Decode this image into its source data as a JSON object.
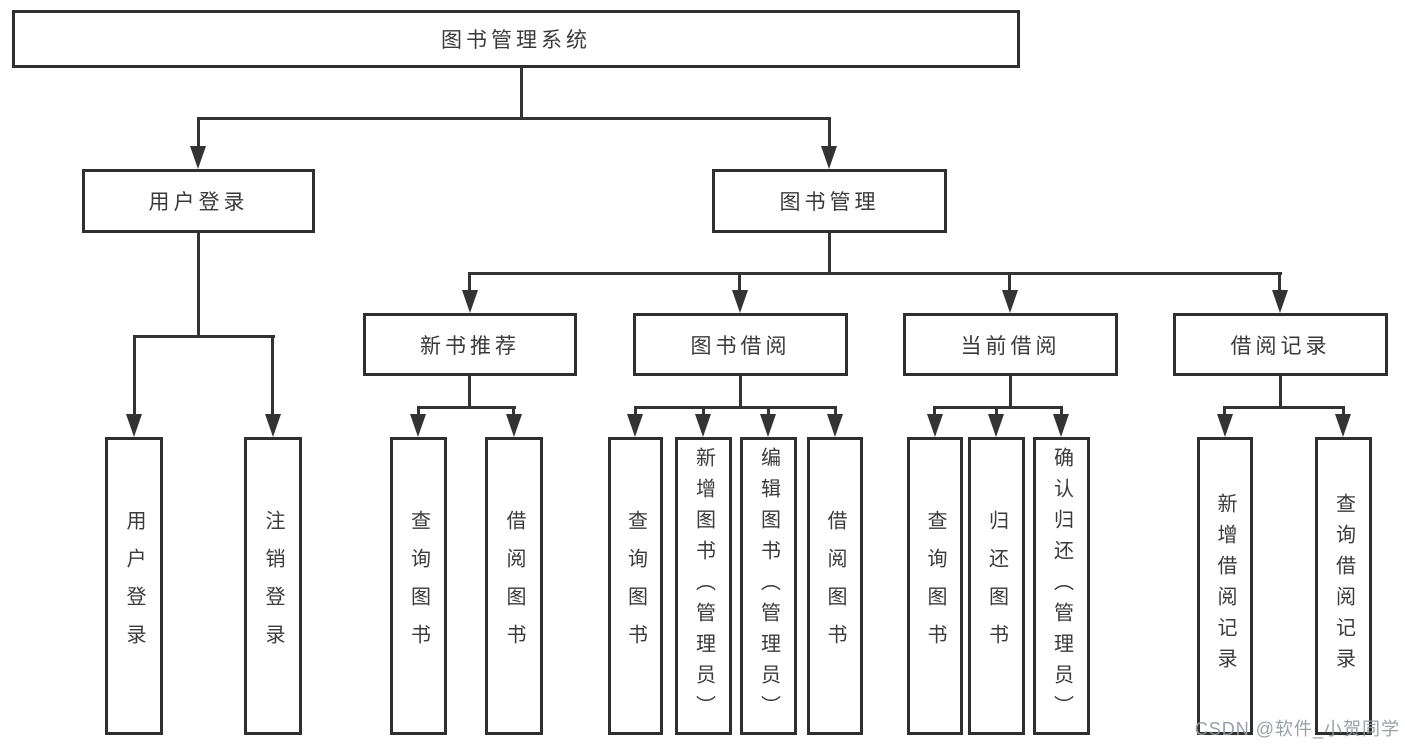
{
  "diagram": {
    "root_label": "图书管理系统",
    "user_login": {
      "label": "用户登录",
      "children": [
        "用户登录",
        "注销登录"
      ]
    },
    "book_mgmt": {
      "label": "图书管理",
      "sections": [
        {
          "label": "新书推荐",
          "children": [
            "查询图书",
            "借阅图书"
          ]
        },
        {
          "label": "图书借阅",
          "children": [
            "查询图书",
            "新增图书（管理员）",
            "编辑图书（管理员）",
            "借阅图书"
          ]
        },
        {
          "label": "当前借阅",
          "children": [
            "查询图书",
            "归还图书",
            "确认归还（管理员）"
          ]
        },
        {
          "label": "借阅记录",
          "children": [
            "新增借阅记录",
            "查询借阅记录"
          ]
        }
      ]
    }
  },
  "watermark": "CSDN @软件_小贺同学",
  "colors": {
    "line": "#333333",
    "box_border": "#2f2f2f",
    "text": "#3a3a3a",
    "background": "#ffffff",
    "watermark": "#949ba2"
  }
}
